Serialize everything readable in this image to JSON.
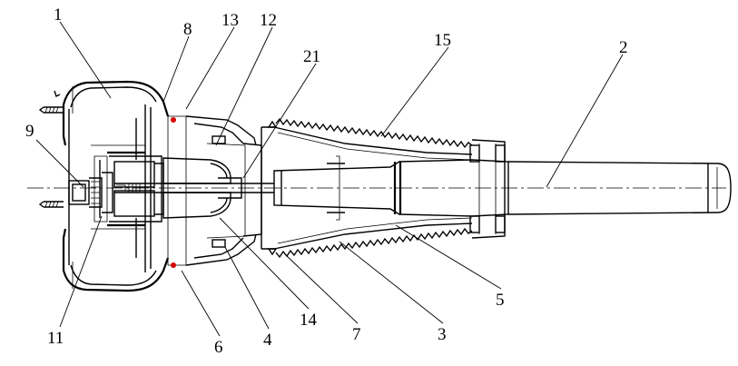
{
  "labels": {
    "n1": "1",
    "n2": "2",
    "n3": "3",
    "n4": "4",
    "n5": "5",
    "n6": "6",
    "n7": "7",
    "n8": "8",
    "n9": "9",
    "n11": "11",
    "n12": "12",
    "n13": "13",
    "n14": "14",
    "n15": "15",
    "n21": "21"
  },
  "colors": {
    "line": "#000000",
    "seal_mark": "#d40000",
    "background": "#ffffff"
  }
}
